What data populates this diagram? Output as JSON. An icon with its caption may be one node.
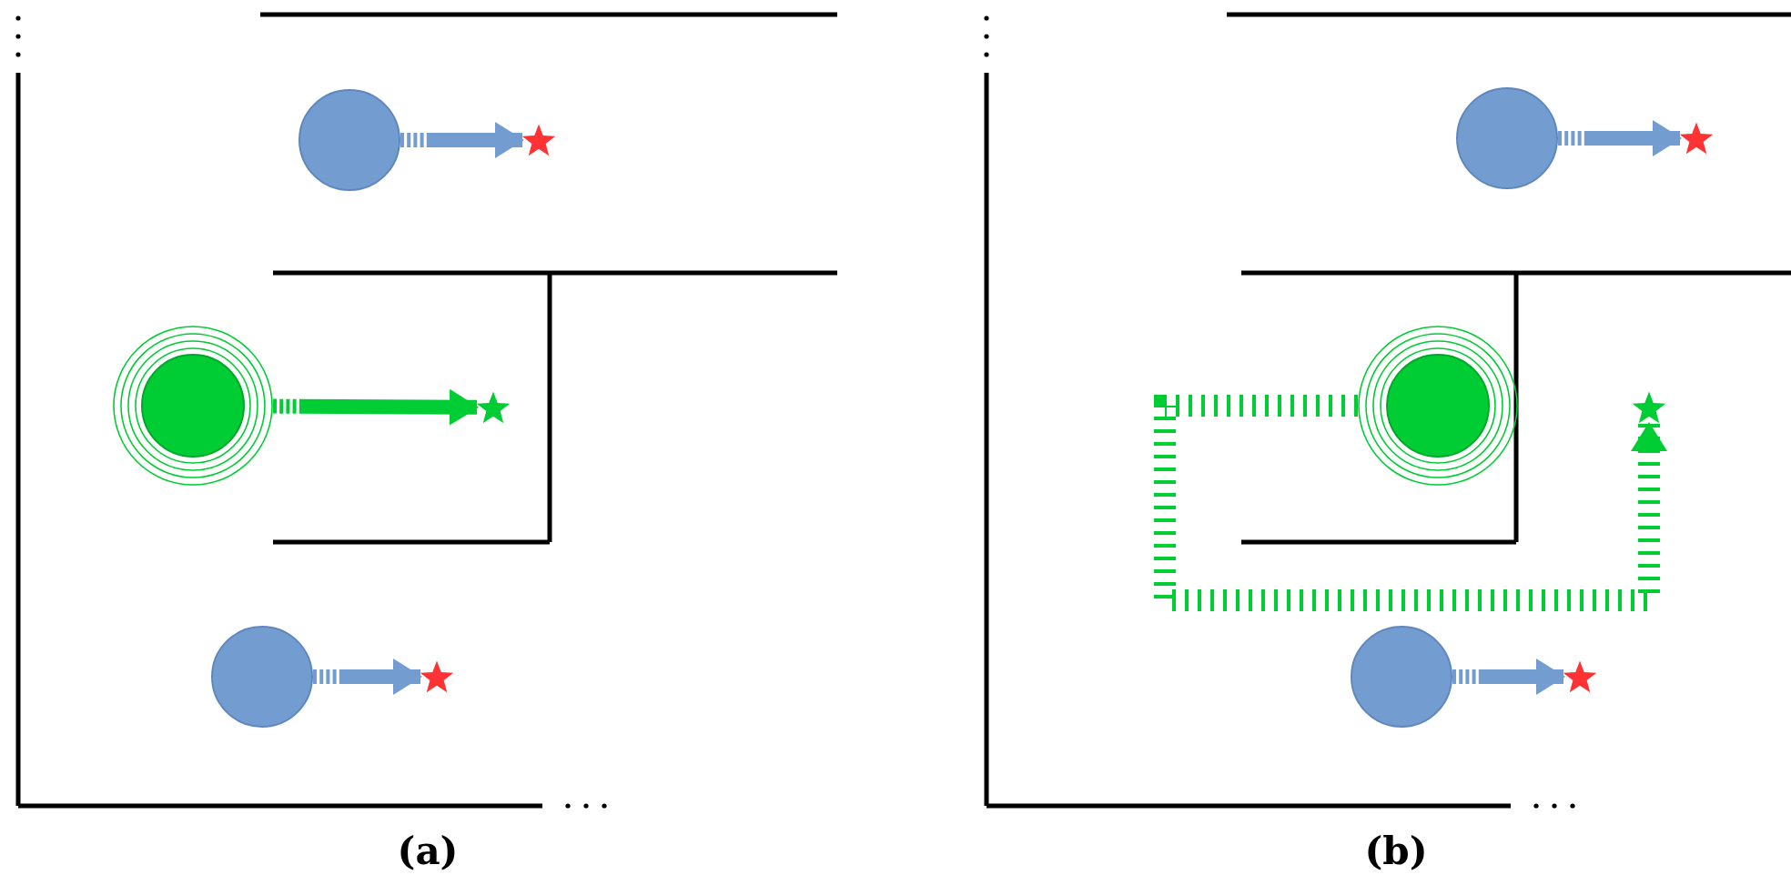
{
  "diagram": {
    "nodes": [
      {
        "text": [],
        "shape": "circle"
      },
      {
        "text": [],
        "shape": "star"
      },
      {
        "text": [],
        "shape": "circle"
      },
      {
        "text": [],
        "shape": "star"
      },
      {
        "text": [],
        "shape": "circle"
      },
      {
        "text": [],
        "shape": "star"
      },
      {
        "text": [],
        "shape": "circle"
      },
      {
        "text": [],
        "shape": "star"
      },
      {
        "text": [],
        "shape": "circle"
      },
      {
        "text": [],
        "shape": "star"
      },
      {
        "text": [],
        "shape": "circle"
      },
      {
        "text": [],
        "shape": "star"
      }
    ],
    "edges": [
      {
        "from": 0,
        "to": 1,
        "arrow": "to"
      },
      {
        "from": 2,
        "to": 3,
        "arrow": "to",
        "color": "#00cc33"
      },
      {
        "from": 4,
        "to": 5,
        "arrow": "to"
      },
      {
        "from": 6,
        "to": 7,
        "arrow": "to"
      },
      {
        "from": 8,
        "to": 9,
        "arrow": "to",
        "style": "dashed",
        "color": "#00cc33"
      },
      {
        "from": 10,
        "to": 11,
        "arrow": "to"
      }
    ],
    "labels": [
      "(a)",
      "(b)"
    ]
  }
}
